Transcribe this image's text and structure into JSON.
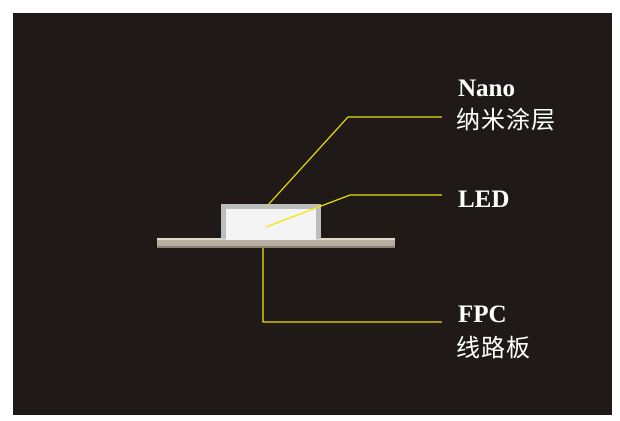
{
  "labels": {
    "nano_en": "Nano",
    "nano_zh": "纳米涂层",
    "led": "LED",
    "fpc_en": "FPC",
    "fpc_zh": "线路板"
  },
  "colors": {
    "background": "#1f1a17",
    "frame": "#ffffff",
    "leader_line": "#f2e600",
    "text": "#ffffff",
    "led_body": "#f4f4f4",
    "fpc_board": "#b9aea2"
  }
}
